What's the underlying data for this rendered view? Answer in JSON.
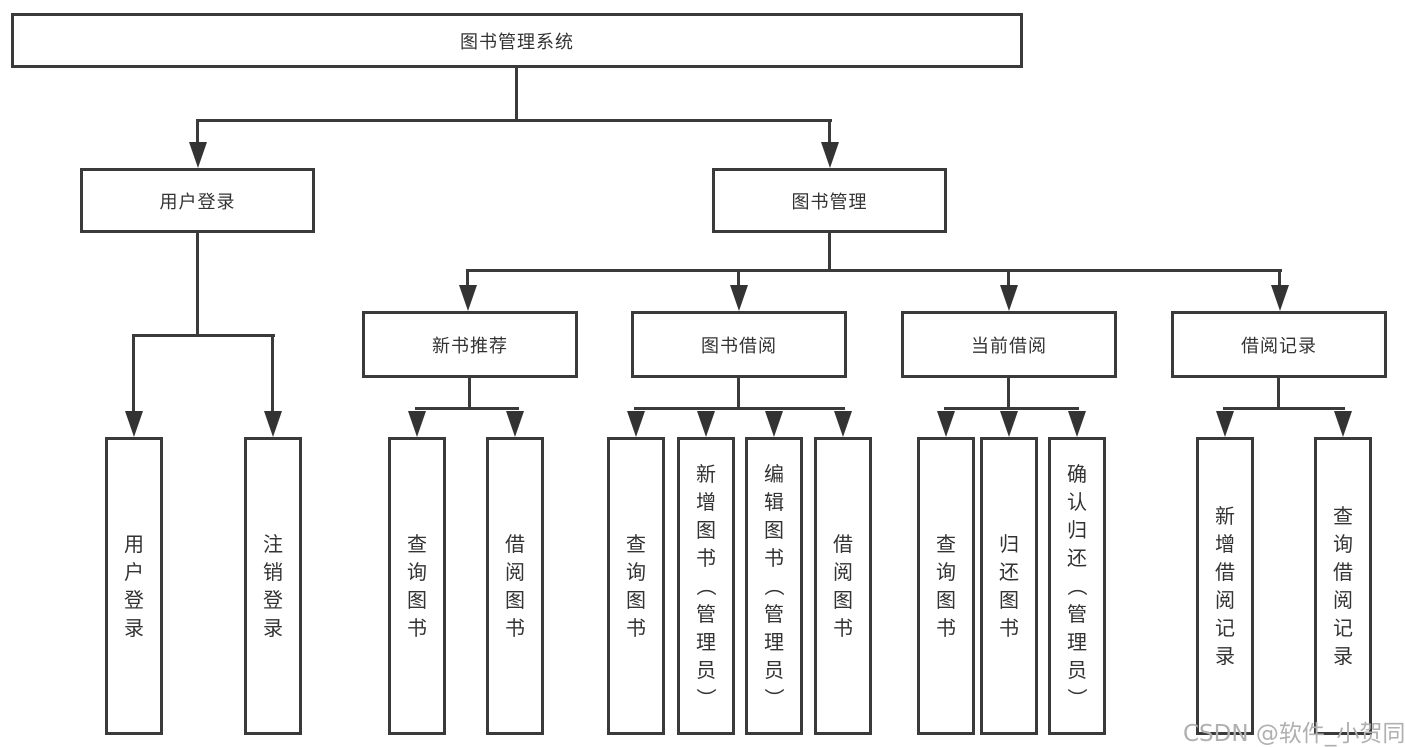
{
  "diagram": {
    "root": {
      "label": "图书管理系统"
    },
    "level2": [
      {
        "label": "用户登录"
      },
      {
        "label": "图书管理"
      }
    ],
    "level3": [
      {
        "label": "新书推荐"
      },
      {
        "label": "图书借阅"
      },
      {
        "label": "当前借阅"
      },
      {
        "label": "借阅记录"
      }
    ],
    "leaves": {
      "user_login": [
        "用户登录",
        "注销登录"
      ],
      "new_book": [
        "查询图书",
        "借阅图书"
      ],
      "borrow": [
        "查询图书",
        "新增图书（管理员）",
        "编辑图书（管理员）",
        "借阅图书"
      ],
      "current": [
        "查询图书",
        "归还图书",
        "确认归还（管理员）"
      ],
      "records": [
        "新增借阅记录",
        "查询借阅记录"
      ]
    }
  },
  "watermark": "CSDN @软件_小贺同学",
  "colors": {
    "line": "#3a3a3a",
    "text": "#333333",
    "watermark": "#b0b0b0",
    "background": "#ffffff"
  }
}
